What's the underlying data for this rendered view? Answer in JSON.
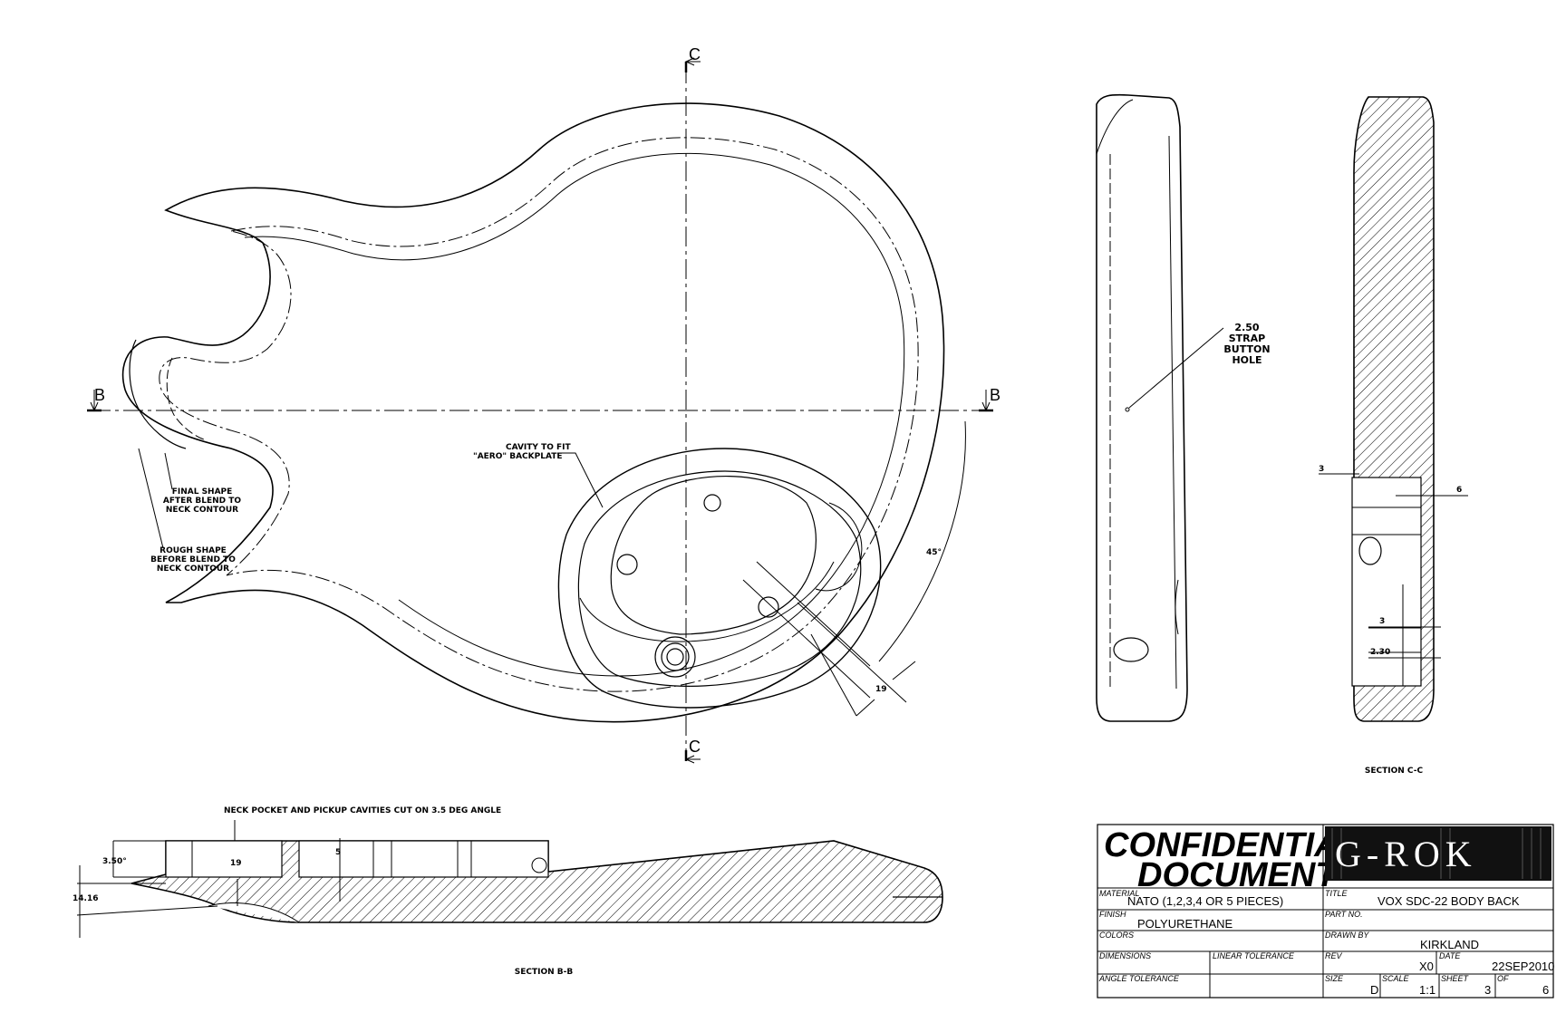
{
  "section_markers": {
    "c_top": "C",
    "c_bottom": "C",
    "b_left": "B",
    "b_right": "B"
  },
  "front_view": {
    "cavity_note_line1": "CAVITY TO FIT",
    "cavity_note_line2": "\"AERO\" BACKPLATE",
    "final_shape_line1": "FINAL SHAPE",
    "final_shape_line2": "AFTER BLEND TO",
    "final_shape_line3": "NECK CONTOUR",
    "rough_shape_line1": "ROUGH SHAPE",
    "rough_shape_line2": "BEFORE BLEND TO",
    "rough_shape_line3": "NECK CONTOUR",
    "angle_dim": "45°",
    "dim_19": "19"
  },
  "side_view": {
    "strap_line1": "2.50",
    "strap_line2": "STRAP",
    "strap_line3": "BUTTON",
    "strap_line4": "HOLE"
  },
  "section_cc": {
    "dim_3_top": "3",
    "dim_6": "6",
    "dim_3_mid": "3",
    "dim_230": "2.30",
    "title": "SECTION C-C"
  },
  "section_bb": {
    "note": "NECK POCKET AND PICKUP CAVITIES CUT ON 3.5 DEG ANGLE",
    "dim_350": "3.50°",
    "dim_1416": "14.16",
    "dim_19": "19",
    "dim_5": "5",
    "title": "SECTION B-B"
  },
  "title_block": {
    "confidential_line1": "CONFIDENTIAL",
    "confidential_line2": "DOCUMENT",
    "logo": "G-ROK",
    "material_label": "MATERIAL",
    "material_value": "NATO (1,2,3,4 OR 5 PIECES)",
    "finish_label": "FINISH",
    "finish_value": "POLYURETHANE",
    "colors_label": "COLORS",
    "dimensions_label": "DIMENSIONS",
    "linear_tol_label": "LINEAR TOLERANCE",
    "angle_tol_label": "ANGLE TOLERANCE",
    "title_label": "TITLE",
    "title_value": "VOX SDC-22 BODY BACK",
    "partno_label": "PART NO.",
    "drawnby_label": "DRAWN BY",
    "drawnby_value": "KIRKLAND",
    "rev_label": "REV",
    "rev_value": "X0",
    "date_label": "DATE",
    "date_value": "22SEP2010",
    "size_label": "SIZE",
    "size_value": "D",
    "scale_label": "SCALE",
    "scale_value": "1:1",
    "sheet_label": "SHEET",
    "sheet_value": "3",
    "of_label": "OF",
    "of_value": "6"
  }
}
